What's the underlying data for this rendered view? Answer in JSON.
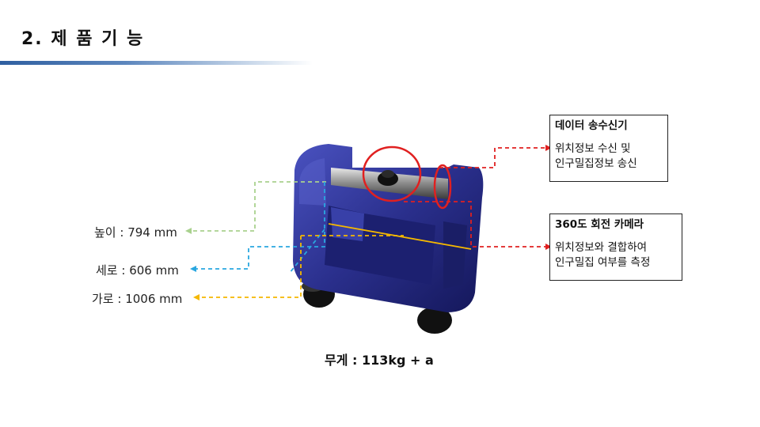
{
  "page": {
    "title": "2. 제 품 기 능",
    "weight": "무게 : 113kg + a"
  },
  "dimensions": [
    {
      "label": "높이 : 794 mm",
      "color": "#a9d18e"
    },
    {
      "label": "세로 : 606 mm",
      "color": "#2aa7e0"
    },
    {
      "label": "가로 : 1006 mm",
      "color": "#f5b800"
    }
  ],
  "features": [
    {
      "title": "데이터 송수신기",
      "lines": [
        "위치정보 수신 및",
        "인구밀집정보 송신"
      ]
    },
    {
      "title": "360도 회전 카메라",
      "lines": [
        "위치정보와 결합하여",
        "인구밀집 여부를 측정"
      ]
    }
  ],
  "colors": {
    "accent_bar": "#2f5fa0",
    "callout_red": "#e02020",
    "robot_body": "#2a2f8c"
  }
}
